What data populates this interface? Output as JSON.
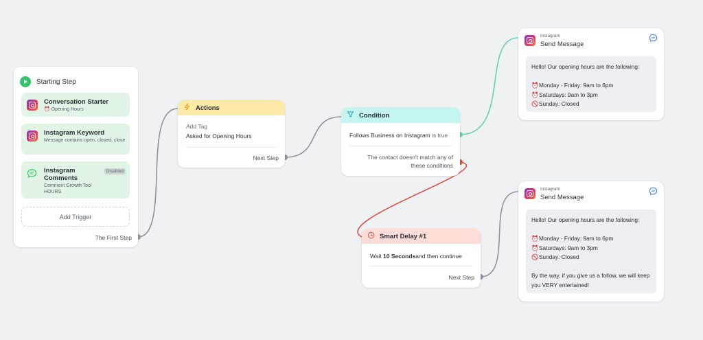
{
  "starting_step": {
    "title": "Starting Step",
    "triggers": [
      {
        "title": "Conversation Starter",
        "subtitle": "⏰ Opening Hours",
        "icon": "instagram-icon"
      },
      {
        "title": "Instagram Keyword",
        "subtitle": "Message contains open, closed, close",
        "icon": "instagram-icon"
      },
      {
        "title": "Instagram Comments",
        "subtitle": "Comment Growth Tool HOURS",
        "badge": "Disabled",
        "icon": "chat-bubble-icon"
      }
    ],
    "add_trigger_label": "Add Trigger",
    "first_step_label": "The First Step"
  },
  "actions": {
    "title": "Actions",
    "label": "Add Tag",
    "value": "Asked for Opening Hours",
    "next_step_label": "Next Step",
    "header_color": "#fde9a8"
  },
  "condition": {
    "title": "Condition",
    "rule_main": "Follows Business on Instagram",
    "rule_suffix": " is true",
    "fallback": "The contact doesn't match any of these conditions",
    "header_color": "#c2f6ef"
  },
  "smart_delay": {
    "title": "Smart Delay #1",
    "prefix": "Wait ",
    "duration": "10 Seconds",
    "suffix": "and then continue",
    "next_step_label": "Next Step",
    "header_color": "#fbdcd6"
  },
  "messages": [
    {
      "channel": "Instagram",
      "title": "Send Message",
      "greeting": "Hello! Our opening hours are the following:",
      "hours": [
        {
          "emoji": "⏰",
          "text": "Monday - Friday: 9am to 6pm"
        },
        {
          "emoji": "⏰",
          "text": "Saturdays: 9am to 3pm"
        },
        {
          "emoji": "🚫",
          "text": "Sunday: Closed"
        }
      ]
    },
    {
      "channel": "Instagram",
      "title": "Send Message",
      "greeting": "Hello! Our opening hours are the following:",
      "hours": [
        {
          "emoji": "⏰",
          "text": "Monday - Friday: 9am to 6pm"
        },
        {
          "emoji": "⏰",
          "text": "Saturdays: 9am to 3pm"
        },
        {
          "emoji": "🚫",
          "text": "Sunday: Closed"
        }
      ],
      "footer": "By the way, if you give us a follow, we will keep you VERY entertained!"
    }
  ],
  "colors": {
    "canvas": "#f0f1f3",
    "start_green": "#34c26a",
    "trigger_bg": "#e2f4e6",
    "link_gray": "#8e929c",
    "link_teal": "#5fd3ad",
    "link_red": "#d9503f"
  }
}
